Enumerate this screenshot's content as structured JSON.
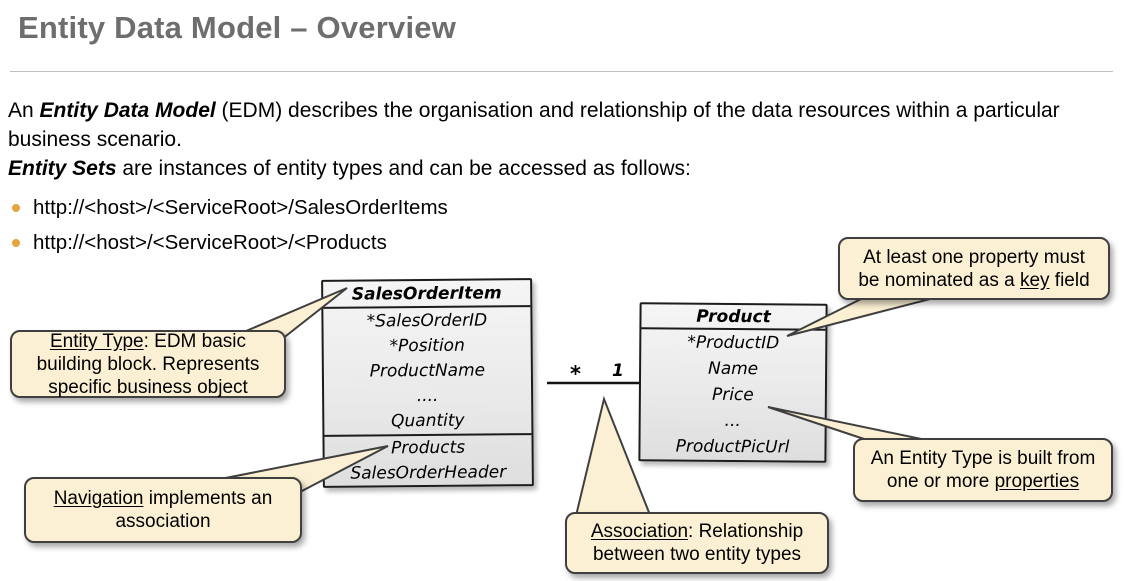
{
  "slide": {
    "title": "Entity Data Model – Overview"
  },
  "intro": {
    "p1_pre": "An ",
    "p1_em": "Entity Data Model",
    "p1_rest": " (EDM) describes the organisation and relationship of the data resources within a particular business scenario.",
    "p2_em": "Entity Sets",
    "p2_rest": " are instances of entity types and can be accessed as follows:"
  },
  "bullets": [
    "http://<host>/<ServiceRoot>/SalesOrderItems",
    "http://<host>/<ServiceRoot>/<Products"
  ],
  "diagram": {
    "sales_order_item": {
      "title": "SalesOrderItem",
      "properties": [
        "*SalesOrderID",
        "*Position",
        "ProductName",
        "....",
        "Quantity"
      ],
      "navigations": [
        "Products",
        "SalesOrderHeader"
      ]
    },
    "product": {
      "title": "Product",
      "properties": [
        "*ProductID",
        "Name",
        "Price",
        "...",
        "ProductPicUrl"
      ]
    },
    "association": {
      "left_cardinality": "*",
      "right_cardinality": "1"
    }
  },
  "callouts": {
    "entity_type": {
      "underlined": "Entity Type",
      "rest": ": EDM basic building block.  Represents specific business object"
    },
    "navigation": {
      "underlined": "Navigation",
      "rest": " implements an association"
    },
    "key_field": {
      "pre": "At least one property must be nominated as a ",
      "underlined": "key",
      "post": " field"
    },
    "properties": {
      "pre": "An Entity Type is built from one or more ",
      "underlined": "properties",
      "post": ""
    },
    "association": {
      "underlined": "Association",
      "rest": ":  Relationship between two entity types"
    }
  },
  "colors": {
    "title_gray": "#6E6E6E",
    "bullet_orange": "#E8A33D",
    "callout_fill": "#FBF0D3",
    "callout_border": "#3F3F3F",
    "entity_box_fill": "#ECECEC",
    "entity_box_border": "#1C1C1C"
  }
}
